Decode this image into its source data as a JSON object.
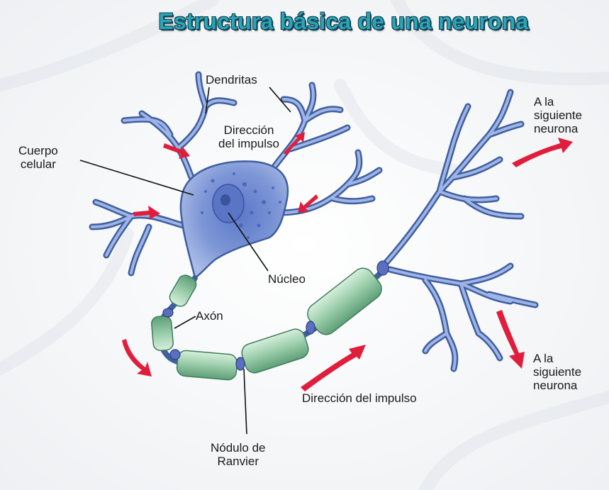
{
  "title": "Estructura básica de una neurona",
  "labels": {
    "dendritas": "Dendritas",
    "direccion_top_1": "Dirección",
    "direccion_top_2": "del impulso",
    "cuerpo_1": "Cuerpo",
    "cuerpo_2": "celular",
    "nucleo": "Núcleo",
    "axon": "Axón",
    "siguiente_top_1": "A la",
    "siguiente_top_2": "siguiente",
    "siguiente_top_3": "neurona",
    "siguiente_bottom_1": "A la",
    "siguiente_bottom_2": "siguiente",
    "siguiente_bottom_3": "neurona",
    "direccion_bottom": "Dirección del impulso",
    "nodulo_1": "Nódulo de",
    "nodulo_2": "Ranvier"
  },
  "colors": {
    "neuron_blue": "#7d96d0",
    "neuron_outline": "#3f5fa0",
    "myelin_green": "#9fd0ae",
    "myelin_outline": "#3d7d5a",
    "arrow_red": "#e01e3c",
    "title_fill": "#2aa6b3"
  }
}
